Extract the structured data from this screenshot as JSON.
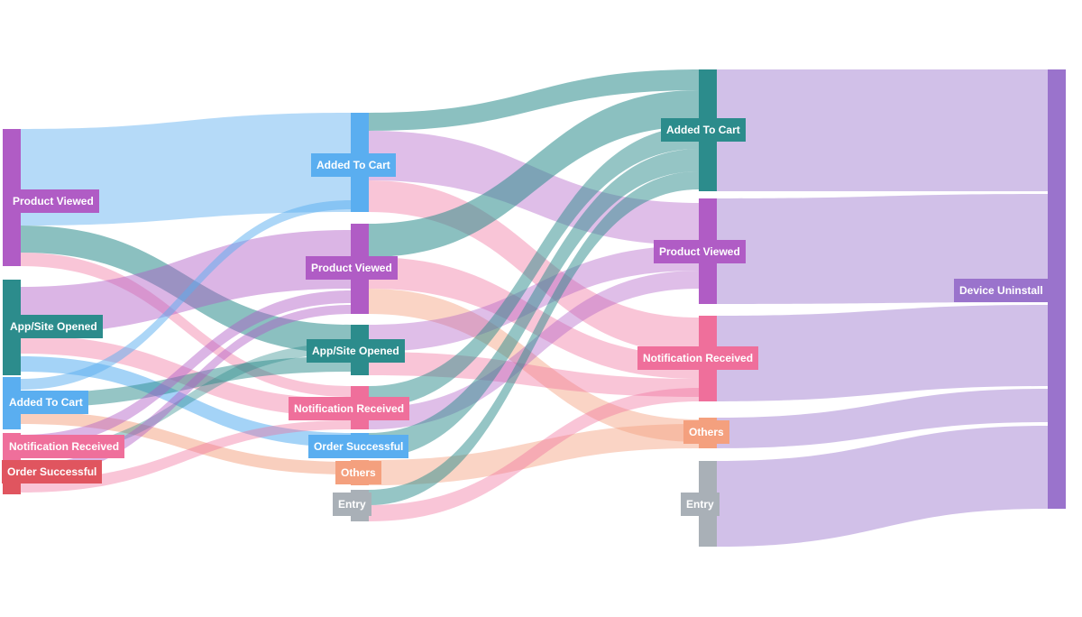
{
  "colors": {
    "product_viewed": "#b05cc5",
    "app_site_opened": "#2c8c8c",
    "added_to_cart": "#5aaef0",
    "notification_received": "#ef6f9b",
    "order_successful": "#e0555f",
    "others": "#f4a07e",
    "entry": "#a9b0b7",
    "device_uninstall": "#9a73cc"
  },
  "stages": [
    {
      "name": "stage-1",
      "nodes": [
        {
          "id": "s1-product-viewed",
          "label": "Product Viewed",
          "color_key": "product_viewed"
        },
        {
          "id": "s1-app-site-opened",
          "label": "App/Site Opened",
          "color_key": "app_site_opened"
        },
        {
          "id": "s1-added-to-cart",
          "label": "Added To Cart",
          "color_key": "added_to_cart"
        },
        {
          "id": "s1-notification-received",
          "label": "Notification Received",
          "color_key": "notification_received"
        },
        {
          "id": "s1-order-successful",
          "label": "Order Successful",
          "color_key": "order_successful"
        }
      ]
    },
    {
      "name": "stage-2",
      "nodes": [
        {
          "id": "s2-added-to-cart",
          "label": "Added To Cart",
          "color_key": "added_to_cart"
        },
        {
          "id": "s2-product-viewed",
          "label": "Product Viewed",
          "color_key": "product_viewed"
        },
        {
          "id": "s2-app-site-opened",
          "label": "App/Site Opened",
          "color_key": "app_site_opened"
        },
        {
          "id": "s2-notification-received",
          "label": "Notification Received",
          "color_key": "notification_received"
        },
        {
          "id": "s2-order-successful",
          "label": "Order Successful",
          "color_key": "added_to_cart"
        },
        {
          "id": "s2-others",
          "label": "Others",
          "color_key": "others"
        },
        {
          "id": "s2-entry",
          "label": "Entry",
          "color_key": "entry"
        }
      ]
    },
    {
      "name": "stage-3",
      "nodes": [
        {
          "id": "s3-added-to-cart",
          "label": "Added To Cart",
          "color_key": "app_site_opened"
        },
        {
          "id": "s3-product-viewed",
          "label": "Product Viewed",
          "color_key": "product_viewed"
        },
        {
          "id": "s3-notification-received",
          "label": "Notification Received",
          "color_key": "notification_received"
        },
        {
          "id": "s3-others",
          "label": "Others",
          "color_key": "others"
        },
        {
          "id": "s3-entry",
          "label": "Entry",
          "color_key": "entry"
        }
      ]
    },
    {
      "name": "stage-4",
      "nodes": [
        {
          "id": "s4-device-uninstall",
          "label": "Device Uninstall",
          "color_key": "device_uninstall"
        }
      ]
    }
  ]
}
